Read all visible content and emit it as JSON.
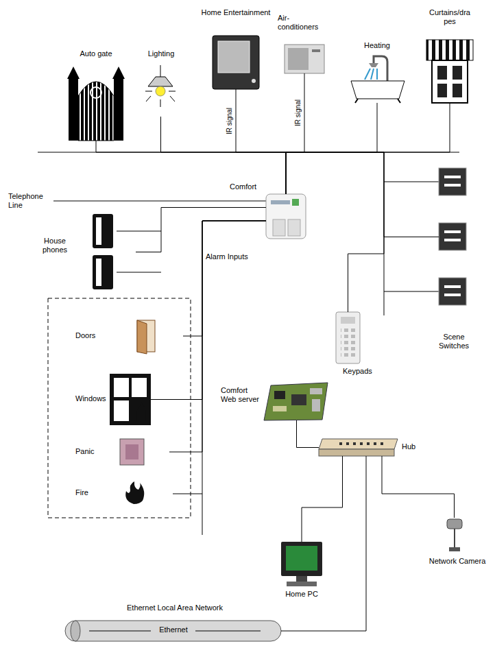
{
  "diagram": {
    "nodes": [
      {
        "text": [
          "Auto gate"
        ]
      },
      {
        "text": [
          "Lighting"
        ]
      },
      {
        "text": [
          "Home Entertainment"
        ]
      },
      {
        "text": [
          "Air-conditioners"
        ]
      },
      {
        "text": [
          "Heating"
        ]
      },
      {
        "text": [
          "Curtains/drapes"
        ]
      },
      {
        "text": [
          "Comfort"
        ]
      },
      {
        "text": [
          "House phones"
        ]
      },
      {
        "text": [
          "Doors"
        ]
      },
      {
        "text": [
          "Windows"
        ]
      },
      {
        "text": [
          "Panic"
        ]
      },
      {
        "text": [
          "Fire"
        ]
      },
      {
        "text": [
          "Comfort Web server"
        ]
      },
      {
        "text": [
          "Keypads"
        ]
      },
      {
        "text": [
          "Scene Switches"
        ]
      },
      {
        "text": [
          "Hub"
        ]
      },
      {
        "text": [
          "Home PC"
        ]
      },
      {
        "text": [
          "Network Camera"
        ]
      },
      {
        "text": [
          "Ethernet Local Area Network",
          "Ethernet"
        ]
      }
    ],
    "edges": [
      {
        "from": 0,
        "to": 6,
        "arrow": "none"
      },
      {
        "from": 1,
        "to": 6,
        "arrow": "none"
      },
      {
        "from": 2,
        "to": 6,
        "label": "IR signal",
        "arrow": "none"
      },
      {
        "from": 3,
        "to": 6,
        "label": "IR signal",
        "arrow": "none"
      },
      {
        "from": 4,
        "to": 6,
        "arrow": "none"
      },
      {
        "from": 5,
        "to": 6,
        "arrow": "none"
      },
      {
        "from": 7,
        "to": 6,
        "arrow": "none"
      },
      {
        "from": 8,
        "to": 6,
        "arrow": "none"
      },
      {
        "from": 9,
        "to": 6,
        "arrow": "none"
      },
      {
        "from": 10,
        "to": 6,
        "arrow": "none"
      },
      {
        "from": 11,
        "to": 6,
        "arrow": "none"
      },
      {
        "from": 13,
        "to": 6,
        "arrow": "none"
      },
      {
        "from": 14,
        "to": 6,
        "arrow": "none"
      },
      {
        "from": 12,
        "to": 15,
        "arrow": "none"
      },
      {
        "from": 15,
        "to": 16,
        "arrow": "none"
      },
      {
        "from": 15,
        "to": 17,
        "arrow": "none"
      },
      {
        "from": 15,
        "to": 18,
        "arrow": "none"
      }
    ],
    "labels": [
      "Telephone Line",
      "Alarm Inputs"
    ]
  }
}
